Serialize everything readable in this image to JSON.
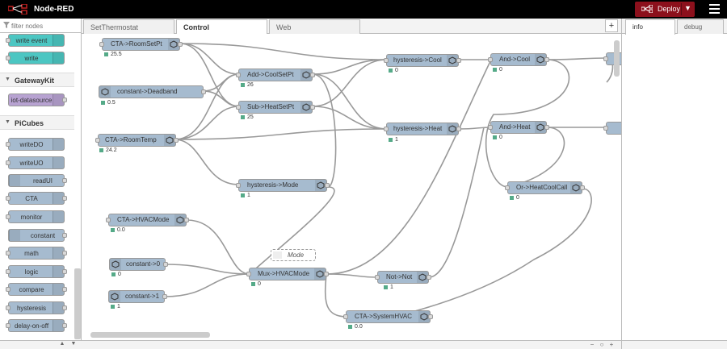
{
  "header": {
    "title": "Node-RED",
    "deploy_label": "Deploy"
  },
  "palette": {
    "filter_placeholder": "filter nodes",
    "top_nodes": [
      {
        "label": "write event"
      },
      {
        "label": "write"
      }
    ],
    "categories": [
      {
        "label": "GatewayKit"
      },
      {
        "label": "PiCubes"
      }
    ],
    "gateway_nodes": [
      {
        "label": "iot-datasource"
      }
    ],
    "picubes_nodes": [
      {
        "label": "writeDO"
      },
      {
        "label": "writeUO"
      },
      {
        "label": "readUI"
      },
      {
        "label": "CTA"
      },
      {
        "label": "monitor"
      },
      {
        "label": "constant"
      },
      {
        "label": "math"
      },
      {
        "label": "logic"
      },
      {
        "label": "compare"
      },
      {
        "label": "hysteresis"
      },
      {
        "label": "delay-on-off"
      }
    ]
  },
  "tabs": [
    {
      "label": "SetThermostat",
      "active": false
    },
    {
      "label": "Control",
      "active": true
    },
    {
      "label": "Web",
      "active": false
    }
  ],
  "sidebar": {
    "tabs": [
      {
        "label": "info",
        "active": true
      },
      {
        "label": "debug",
        "active": false
      }
    ]
  },
  "flow": {
    "comment": "Mode",
    "nodes": [
      {
        "id": "n1",
        "label": "CTA->RoomSetPt",
        "status": "25.5"
      },
      {
        "id": "n2",
        "label": "constant->Deadband",
        "status": "0.5"
      },
      {
        "id": "n3",
        "label": "CTA->RoomTemp",
        "status": "24.2"
      },
      {
        "id": "n4",
        "label": "Add->CoolSetPt",
        "status": "26"
      },
      {
        "id": "n5",
        "label": "Sub->HeatSetPt",
        "status": "25"
      },
      {
        "id": "n6",
        "label": "hysteresis->Mode",
        "status": "1"
      },
      {
        "id": "n7",
        "label": "hysteresis->Cool",
        "status": "0"
      },
      {
        "id": "n8",
        "label": "hysteresis->Heat",
        "status": "1"
      },
      {
        "id": "n9",
        "label": "And->Cool",
        "status": "0"
      },
      {
        "id": "n10",
        "label": "And->Heat",
        "status": "0"
      },
      {
        "id": "n11",
        "label": "Or->HeatCoolCall",
        "status": "0"
      },
      {
        "id": "n12",
        "label": "CTA->HVACMode",
        "status": "0.0"
      },
      {
        "id": "n13",
        "label": "constant->0",
        "status": "0"
      },
      {
        "id": "n14",
        "label": "constant->1",
        "status": "1"
      },
      {
        "id": "n15",
        "label": "Mux->HVACMode",
        "status": "0"
      },
      {
        "id": "n16",
        "label": "Not->Not",
        "status": "1"
      },
      {
        "id": "n17",
        "label": "CTA->SystemHVAC",
        "status": "0.0"
      }
    ]
  },
  "colors": {
    "node": "#a6bbcf",
    "node_alt": "#b7a2d1",
    "node_teal": "#4cc6c2",
    "deploy": "#8c101c",
    "status_dot": "#5a8",
    "wire": "#999"
  }
}
